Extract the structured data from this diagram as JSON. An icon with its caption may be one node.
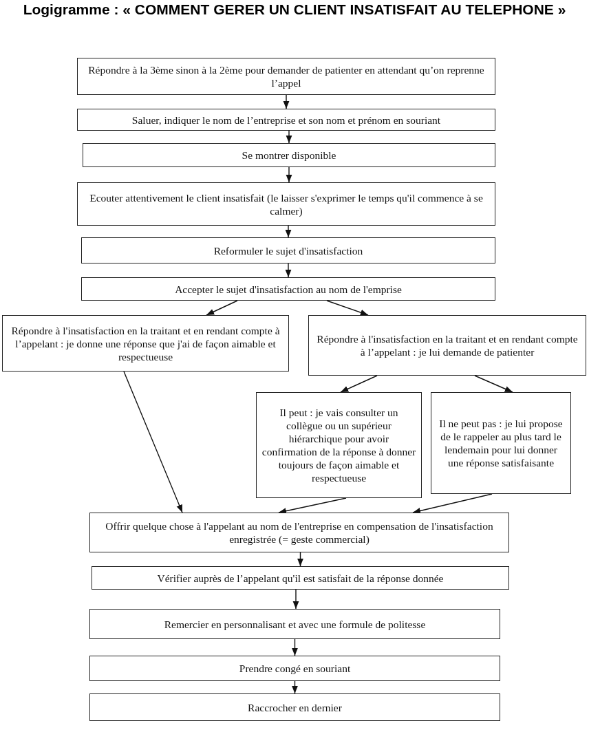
{
  "diagram": {
    "title": "Logigramme : « COMMENT GERER UN CLIENT INSATISFAIT AU TELEPHONE »",
    "nodes": [
      {
        "text": [
          "Répondre à la 3ème sinon à la 2ème pour demander de patienter en attendant qu’on reprenne l’appel"
        ]
      },
      {
        "text": [
          "Saluer, indiquer le nom de l’entreprise et son nom et prénom en souriant"
        ]
      },
      {
        "text": [
          "Se montrer disponible"
        ]
      },
      {
        "text": [
          "Ecouter attentivement le client insatisfait (le laisser s'exprimer le temps qu'il commence à se calmer)"
        ]
      },
      {
        "text": [
          "Reformuler le sujet d'insatisfaction"
        ]
      },
      {
        "text": [
          "Accepter le sujet d'insatisfaction au nom de l'emprise"
        ]
      },
      {
        "text": [
          "Répondre à l'insatisfaction en la traitant et en rendant compte à l’appelant : je donne une réponse que j'ai de façon aimable et respectueuse"
        ]
      },
      {
        "text": [
          "Répondre à l'insatisfaction en la traitant et en rendant compte à l’appelant : je lui demande de patienter"
        ]
      },
      {
        "text": [
          "Il peut : je vais consulter un collègue ou un supérieur hiérarchique pour avoir confirmation de la réponse à donner toujours de façon aimable et respectueuse"
        ]
      },
      {
        "text": [
          "Il ne peut pas : je lui propose de le rappeler au plus tard le lendemain pour lui donner une réponse satisfaisante"
        ]
      },
      {
        "text": [
          "Offrir quelque chose à l'appelant au nom de l'entreprise en compensation de l'insatisfaction enregistrée (= geste commercial)"
        ]
      },
      {
        "text": [
          "Vérifier auprès de l’appelant qu'il est satisfait de la réponse donnée"
        ]
      },
      {
        "text": [
          "Remercier en personnalisant et avec une formule de politesse"
        ]
      },
      {
        "text": [
          "Prendre congé en souriant"
        ]
      },
      {
        "text": [
          "Raccrocher en dernier"
        ]
      }
    ],
    "edges": [
      {
        "from": 0,
        "to": 1,
        "arrow": "to"
      },
      {
        "from": 1,
        "to": 2,
        "arrow": "to"
      },
      {
        "from": 2,
        "to": 3,
        "arrow": "to"
      },
      {
        "from": 3,
        "to": 4,
        "arrow": "to"
      },
      {
        "from": 4,
        "to": 5,
        "arrow": "to"
      },
      {
        "from": 5,
        "to": 6,
        "arrow": "to"
      },
      {
        "from": 5,
        "to": 7,
        "arrow": "to"
      },
      {
        "from": 7,
        "to": 8,
        "arrow": "to"
      },
      {
        "from": 7,
        "to": 9,
        "arrow": "to"
      },
      {
        "from": 6,
        "to": 10,
        "arrow": "to"
      },
      {
        "from": 8,
        "to": 10,
        "arrow": "to"
      },
      {
        "from": 9,
        "to": 10,
        "arrow": "to"
      },
      {
        "from": 10,
        "to": 11,
        "arrow": "to"
      },
      {
        "from": 11,
        "to": 12,
        "arrow": "to"
      },
      {
        "from": 12,
        "to": 13,
        "arrow": "to"
      },
      {
        "from": 13,
        "to": 14,
        "arrow": "to"
      }
    ]
  }
}
